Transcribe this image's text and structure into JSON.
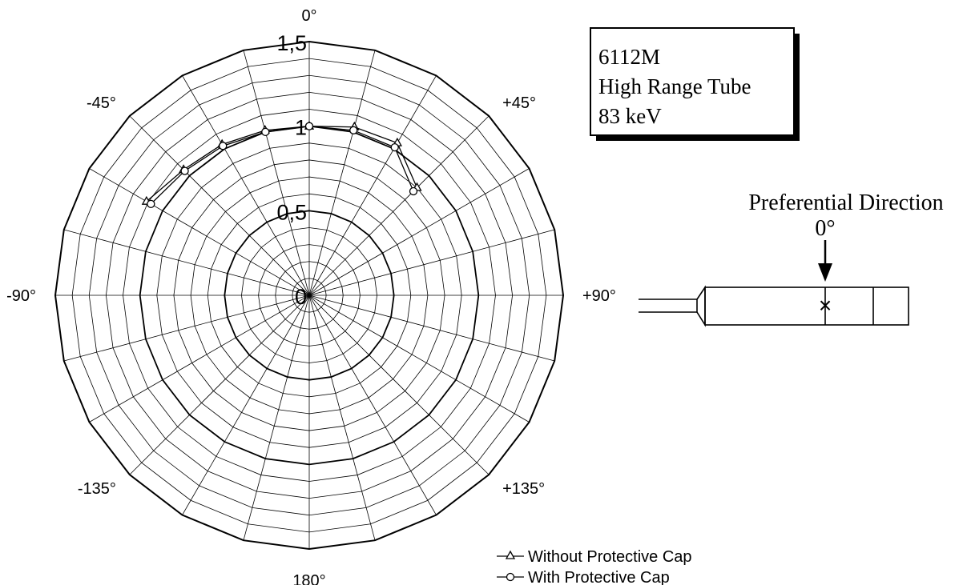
{
  "chart_data": {
    "type": "polar-line",
    "radial_ticks": [
      "0",
      "0,5",
      "1",
      "1,5"
    ],
    "rlim": [
      0,
      1.5
    ],
    "angle_labels": [
      {
        "deg": 0,
        "text": "0°"
      },
      {
        "deg": 45,
        "text": "+45°"
      },
      {
        "deg": 90,
        "text": "+90°"
      },
      {
        "deg": 135,
        "text": "+135°"
      },
      {
        "deg": 180,
        "text": "180°"
      },
      {
        "deg": -135,
        "text": "-135°"
      },
      {
        "deg": -90,
        "text": "-90°"
      },
      {
        "deg": -45,
        "text": "-45°"
      }
    ],
    "angle_step_deg": 15,
    "radial_step": 0.1,
    "grid": true,
    "series": [
      {
        "name": "Without Protective Cap",
        "marker": "triangle",
        "points": [
          {
            "angle": -60,
            "r": 1.11
          },
          {
            "angle": -45,
            "r": 1.05
          },
          {
            "angle": -30,
            "r": 1.03
          },
          {
            "angle": -15,
            "r": 1.01
          },
          {
            "angle": 0,
            "r": 1.0
          },
          {
            "angle": 15,
            "r": 1.03
          },
          {
            "angle": 30,
            "r": 1.04
          },
          {
            "angle": 45,
            "r": 0.9
          }
        ]
      },
      {
        "name": "With Protective Cap",
        "marker": "circle",
        "points": [
          {
            "angle": -60,
            "r": 1.08
          },
          {
            "angle": -45,
            "r": 1.04
          },
          {
            "angle": -30,
            "r": 1.02
          },
          {
            "angle": -15,
            "r": 1.0
          },
          {
            "angle": 0,
            "r": 1.0
          },
          {
            "angle": 15,
            "r": 1.01
          },
          {
            "angle": 30,
            "r": 1.01
          },
          {
            "angle": 45,
            "r": 0.87
          }
        ]
      }
    ]
  },
  "info_box": {
    "line1": "6112M",
    "line2": "High Range Tube",
    "line3": "83 keV"
  },
  "diagram": {
    "title": "Preferential Direction",
    "angle": "0°",
    "mark": "×"
  }
}
